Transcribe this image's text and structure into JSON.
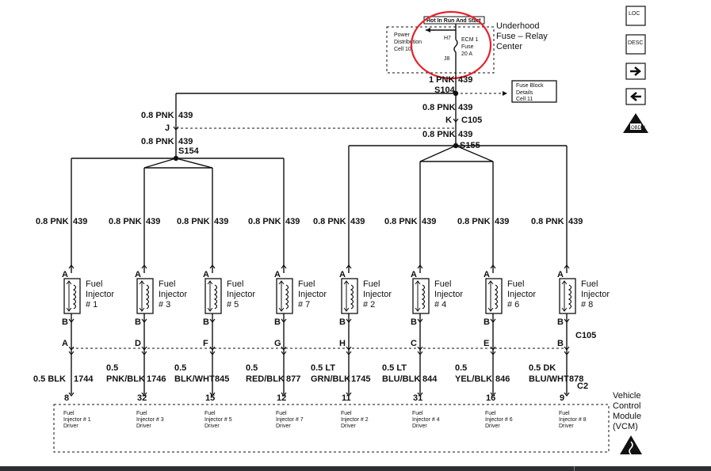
{
  "top": {
    "hot_label": "Hot In Run And Start",
    "underhood_line1": "Underhood",
    "underhood_line2": "Fuse – Relay",
    "underhood_line3": "Center",
    "power_dist_line1": "Power",
    "power_dist_line2": "Distribution",
    "power_dist_line3": "Cell 10",
    "h7": "H7",
    "j8": "J8",
    "fuse_line1": "ECM 1",
    "fuse_line2": "Fuse",
    "fuse_line3": "20 A",
    "highlight_color": "#e8202a"
  },
  "main_feed": {
    "wire": "1 PNK",
    "circuit": "439",
    "splice": "S104",
    "fuse_block_line1": "Fuse Block",
    "fuse_block_line2": "Details",
    "fuse_block_line3": "Cell 11"
  },
  "left_branch": {
    "wire1": "0.8 PNK",
    "circuit1": "439",
    "conn": "J",
    "wire2": "0.8 PNK",
    "circuit2": "439",
    "splice": "S154"
  },
  "right_branch": {
    "wire1": "0.8 PNK",
    "circuit1": "439",
    "conn_pin": "K",
    "conn": "C105",
    "wire2": "0.8 PNK",
    "circuit2": "439",
    "splice": "S155"
  },
  "injectors": [
    {
      "feed_wire": "0.8 PNK",
      "feed_circuit": "439",
      "pin_a": "A",
      "pin_b": "B",
      "name": "Fuel",
      "name2": "Injector",
      "num": "# 1",
      "conn_pin": "A",
      "out_wire1": "",
      "out_wire2": "0.5 BLK",
      "out_circuit": "1744",
      "vcm_pin": "8",
      "driver1": "Fuel",
      "driver2": "Injector # 1",
      "driver3": "Driver"
    },
    {
      "feed_wire": "0.8 PNK",
      "feed_circuit": "439",
      "pin_a": "A",
      "pin_b": "B",
      "name": "Fuel",
      "name2": "Injector",
      "num": "# 3",
      "conn_pin": "D",
      "out_wire1": "0.5",
      "out_wire2": "PNK/BLK",
      "out_circuit": "1746",
      "vcm_pin": "32",
      "driver1": "Fuel",
      "driver2": "Injector # 3",
      "driver3": "Driver"
    },
    {
      "feed_wire": "0.8 PNK",
      "feed_circuit": "439",
      "pin_a": "A",
      "pin_b": "B",
      "name": "Fuel",
      "name2": "Injector",
      "num": "# 5",
      "conn_pin": "F",
      "out_wire1": "0.5",
      "out_wire2": "BLK/WHT",
      "out_circuit": "845",
      "vcm_pin": "15",
      "driver1": "Fuel",
      "driver2": "Injector # 5",
      "driver3": "Driver"
    },
    {
      "feed_wire": "0.8 PNK",
      "feed_circuit": "439",
      "pin_a": "A",
      "pin_b": "B",
      "name": "Fuel",
      "name2": "Injector",
      "num": "# 7",
      "conn_pin": "G",
      "out_wire1": "0.5",
      "out_wire2": "RED/BLK",
      "out_circuit": "877",
      "vcm_pin": "12",
      "driver1": "Fuel",
      "driver2": "Injector # 7",
      "driver3": "Driver"
    },
    {
      "feed_wire": "0.8 PNK",
      "feed_circuit": "439",
      "pin_a": "A",
      "pin_b": "B",
      "name": "Fuel",
      "name2": "Injector",
      "num": "# 2",
      "conn_pin": "H",
      "out_wire1": "0.5 LT",
      "out_wire2": "GRN/BLK",
      "out_circuit": "1745",
      "vcm_pin": "11",
      "driver1": "Fuel",
      "driver2": "Injector # 2",
      "driver3": "Driver"
    },
    {
      "feed_wire": "0.8 PNK",
      "feed_circuit": "439",
      "pin_a": "A",
      "pin_b": "B",
      "name": "Fuel",
      "name2": "Injector",
      "num": "# 4",
      "conn_pin": "C",
      "out_wire1": "0.5 LT",
      "out_wire2": "BLU/BLK",
      "out_circuit": "844",
      "vcm_pin": "31",
      "driver1": "Fuel",
      "driver2": "Injector # 4",
      "driver3": "Driver"
    },
    {
      "feed_wire": "0.8 PNK",
      "feed_circuit": "439",
      "pin_a": "A",
      "pin_b": "B",
      "name": "Fuel",
      "name2": "Injector",
      "num": "# 6",
      "conn_pin": "E",
      "out_wire1": "0.5",
      "out_wire2": "YEL/BLK",
      "out_circuit": "846",
      "vcm_pin": "16",
      "driver1": "Fuel",
      "driver2": "Injector # 6",
      "driver3": "Driver"
    },
    {
      "feed_wire": "0.8 PNK",
      "feed_circuit": "439",
      "pin_a": "A",
      "pin_b": "B",
      "name": "Fuel",
      "name2": "Injector",
      "num": "# 8",
      "conn_pin": "B",
      "out_wire1": "0.5 DK",
      "out_wire2": "BLU/WHT",
      "out_circuit": "878",
      "vcm_pin": "9",
      "driver1": "Fuel",
      "driver2": "Injector # 8",
      "driver3": "Driver"
    }
  ],
  "c105_label": "C105",
  "c2_label": "C2",
  "vcm": {
    "line1": "Vehicle",
    "line2": "Control",
    "line3": "Module",
    "line4": "(VCM)"
  },
  "nav": {
    "loc_label": "LOC",
    "desc_label": "DESC",
    "forward_icon": "arrow-right",
    "back_icon": "arrow-left",
    "obd_label": "OBD II",
    "esd_icon": "esd-warning"
  }
}
